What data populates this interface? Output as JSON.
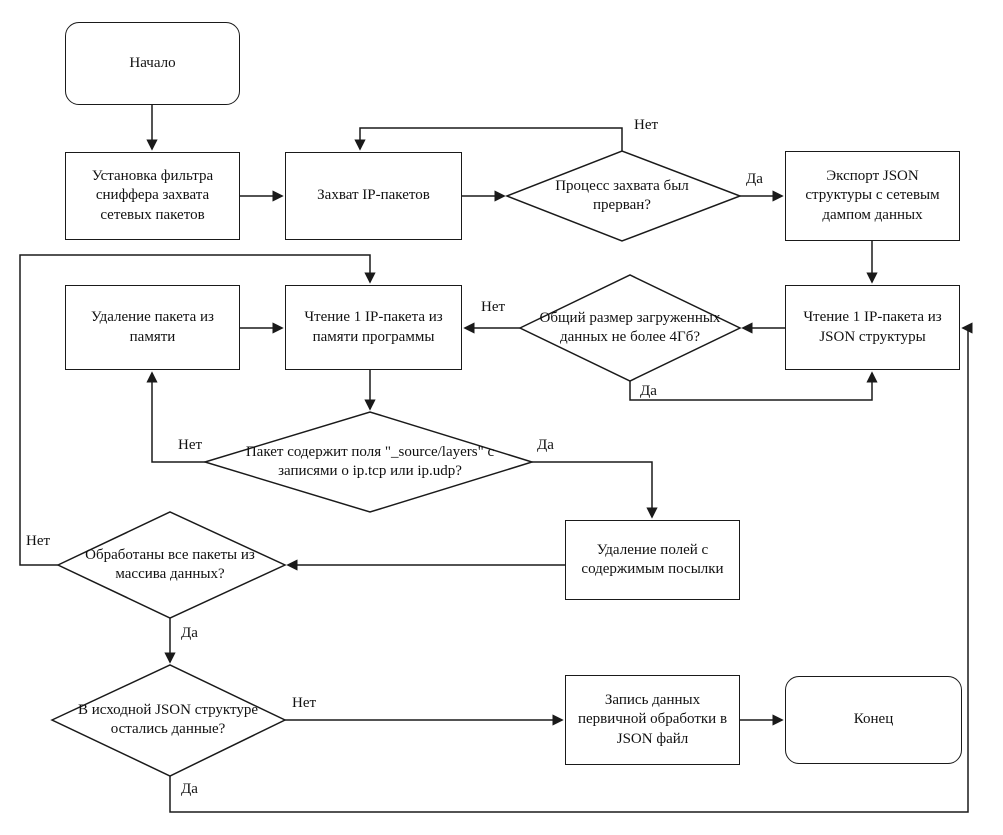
{
  "diagram": {
    "type": "flowchart",
    "language": "ru",
    "colors": {
      "stroke": "#1a1a1a",
      "node_fill": "#ffffff",
      "background": "#ffffff",
      "text": "#111111"
    },
    "nodes": {
      "start": {
        "label": "Начало",
        "shape": "terminator"
      },
      "set_filter": {
        "label": "Установка фильтра сниффера захвата сетевых пакетов",
        "shape": "process"
      },
      "capture": {
        "label": "Захват IP-пакетов",
        "shape": "process"
      },
      "interrupted": {
        "label": "Процесс захвата был прерван?",
        "shape": "decision"
      },
      "export_json": {
        "label": "Экспорт JSON структуры с сетевым дампом данных",
        "shape": "process"
      },
      "read_json": {
        "label": "Чтение 1 IP-пакета из JSON структуры",
        "shape": "process"
      },
      "size_check": {
        "label": "Общий размер загруженных данных не более 4Гб?",
        "shape": "decision"
      },
      "read_memory": {
        "label": "Чтение 1 IP-пакета из памяти программы",
        "shape": "process"
      },
      "delete_packet": {
        "label": "Удаление пакета из памяти",
        "shape": "process"
      },
      "has_fields": {
        "label": "Пакет содержит поля \"_source/layers\" с записями о ip.tcp или ip.udp?",
        "shape": "decision"
      },
      "delete_fields": {
        "label": "Удаление полей с содержимым посылки",
        "shape": "process"
      },
      "all_processed": {
        "label": "Обработаны все пакеты из массива данных?",
        "shape": "decision"
      },
      "json_left": {
        "label": "В исходной JSON структуре остались данные?",
        "shape": "decision"
      },
      "write_data": {
        "label": "Запись данных первичной обработки в JSON файл",
        "shape": "process"
      },
      "end": {
        "label": "Конец",
        "shape": "terminator"
      }
    },
    "edges": [
      {
        "from": "start",
        "to": "set_filter",
        "label": ""
      },
      {
        "from": "set_filter",
        "to": "capture",
        "label": ""
      },
      {
        "from": "capture",
        "to": "interrupted",
        "label": ""
      },
      {
        "from": "interrupted",
        "to": "capture",
        "label": "Нет"
      },
      {
        "from": "interrupted",
        "to": "export_json",
        "label": "Да"
      },
      {
        "from": "export_json",
        "to": "read_json",
        "label": ""
      },
      {
        "from": "read_json",
        "to": "size_check",
        "label": ""
      },
      {
        "from": "size_check",
        "to": "read_memory",
        "label": "Нет"
      },
      {
        "from": "size_check",
        "to": "read_json",
        "label": "Да"
      },
      {
        "from": "read_memory",
        "to": "has_fields",
        "label": ""
      },
      {
        "from": "delete_packet",
        "to": "read_memory",
        "label": ""
      },
      {
        "from": "has_fields",
        "to": "delete_packet",
        "label": "Нет"
      },
      {
        "from": "has_fields",
        "to": "delete_fields",
        "label": "Да"
      },
      {
        "from": "delete_fields",
        "to": "all_processed",
        "label": ""
      },
      {
        "from": "all_processed",
        "to": "read_memory",
        "label": "Нет"
      },
      {
        "from": "all_processed",
        "to": "json_left",
        "label": "Да"
      },
      {
        "from": "json_left",
        "to": "write_data",
        "label": "Нет"
      },
      {
        "from": "write_data",
        "to": "end",
        "label": ""
      },
      {
        "from": "json_left",
        "to": "read_json",
        "label": "Да"
      }
    ]
  }
}
